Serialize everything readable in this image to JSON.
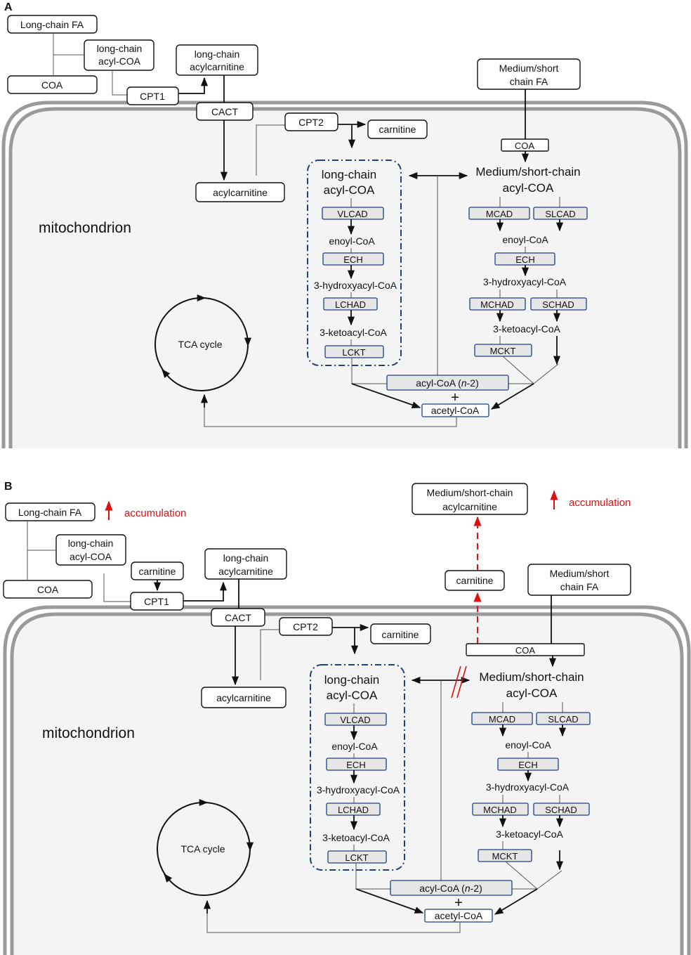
{
  "panels": [
    {
      "label": "A",
      "long_chain_fa": "Long-chain FA",
      "long_chain_acyl_coa_1": "long-chain",
      "long_chain_acyl_coa_2": "acyl-COA",
      "coa": "COA",
      "cpt1": "CPT1",
      "long_chain_acylcarnitine_1": "long-chain",
      "long_chain_acylcarnitine_2": "acylcarnitine",
      "cact": "CACT",
      "cpt2": "CPT2",
      "carnitine_out": "carnitine",
      "acylcarnitine": "acylcarnitine",
      "medium_short_fa_1": "Medium/short",
      "medium_short_fa_2": "chain FA",
      "coa_inner": "COA",
      "mito_label": "mitochondrion",
      "lc_title_1": "long-chain",
      "lc_title_2": "acyl-COA",
      "vlcad": "VLCAD",
      "enoyl_lc": "enoyl-CoA",
      "ech_lc": "ECH",
      "hydroxy_lc": "3-hydroxyacyl-CoA",
      "lchad": "LCHAD",
      "keto_lc": "3-ketoacyl-CoA",
      "lckt": "LCKT",
      "ms_title_1": "Medium/short-chain",
      "ms_title_2": "acyl-COA",
      "mcad": "MCAD",
      "slcad": "SLCAD",
      "enoyl_ms": "enoyl-CoA",
      "ech_ms": "ECH",
      "hydroxy_ms": "3-hydroxyacyl-CoA",
      "mchad": "MCHAD",
      "schad": "SCHAD",
      "keto_ms": "3-ketoacyl-CoA",
      "mckt": "MCKT",
      "acyl_coa_n2_prefix": "acyl-CoA (",
      "acyl_coa_n2_italic": "n",
      "acyl_coa_n2_suffix": "-2)",
      "plus": "+",
      "acetyl_coa": "acetyl-CoA",
      "tca": "TCA cycle"
    },
    {
      "label": "B",
      "long_chain_fa": "Long-chain FA",
      "accumulation_left": "accumulation",
      "long_chain_acyl_coa_1": "long-chain",
      "long_chain_acyl_coa_2": "acyl-COA",
      "carnitine_top": "carnitine",
      "coa": "COA",
      "cpt1": "CPT1",
      "long_chain_acylcarnitine_1": "long-chain",
      "long_chain_acylcarnitine_2": "acylcarnitine",
      "ms_acylcarnitine_1": "Medium/short-chain",
      "ms_acylcarnitine_2": "acylcarnitine",
      "accumulation_right": "accumulation",
      "carnitine_mid": "carnitine",
      "medium_short_fa_1": "Medium/short",
      "medium_short_fa_2": "chain FA",
      "cact": "CACT",
      "cpt2": "CPT2",
      "carnitine_out": "carnitine",
      "coa_inner": "COA",
      "acylcarnitine": "acylcarnitine",
      "mito_label": "mitochondrion",
      "lc_title_1": "long-chain",
      "lc_title_2": "acyl-COA",
      "vlcad": "VLCAD",
      "enoyl_lc": "enoyl-CoA",
      "ech_lc": "ECH",
      "hydroxy_lc": "3-hydroxyacyl-CoA",
      "lchad": "LCHAD",
      "keto_lc": "3-ketoacyl-CoA",
      "lckt": "LCKT",
      "ms_title_1": "Medium/short-chain",
      "ms_title_2": "acyl-COA",
      "mcad": "MCAD",
      "slcad": "SLCAD",
      "enoyl_ms": "enoyl-CoA",
      "ech_ms": "ECH",
      "hydroxy_ms": "3-hydroxyacyl-CoA",
      "mchad": "MCHAD",
      "schad": "SCHAD",
      "keto_ms": "3-ketoacyl-CoA",
      "mckt": "MCKT",
      "acyl_coa_n2_prefix": "acyl-CoA (",
      "acyl_coa_n2_italic": "n",
      "acyl_coa_n2_suffix": "-2)",
      "plus": "+",
      "acetyl_coa": "acetyl-CoA",
      "tca": "TCA cycle"
    }
  ],
  "colors": {
    "enzyme_border": "#1f3f82",
    "enzyme_fill": "#e6e6e6",
    "membrane": "#9a9a9a",
    "mito_fill": "#f4f4f4",
    "accumulation": "#e01010",
    "dashed_box": "#1f3f82"
  }
}
